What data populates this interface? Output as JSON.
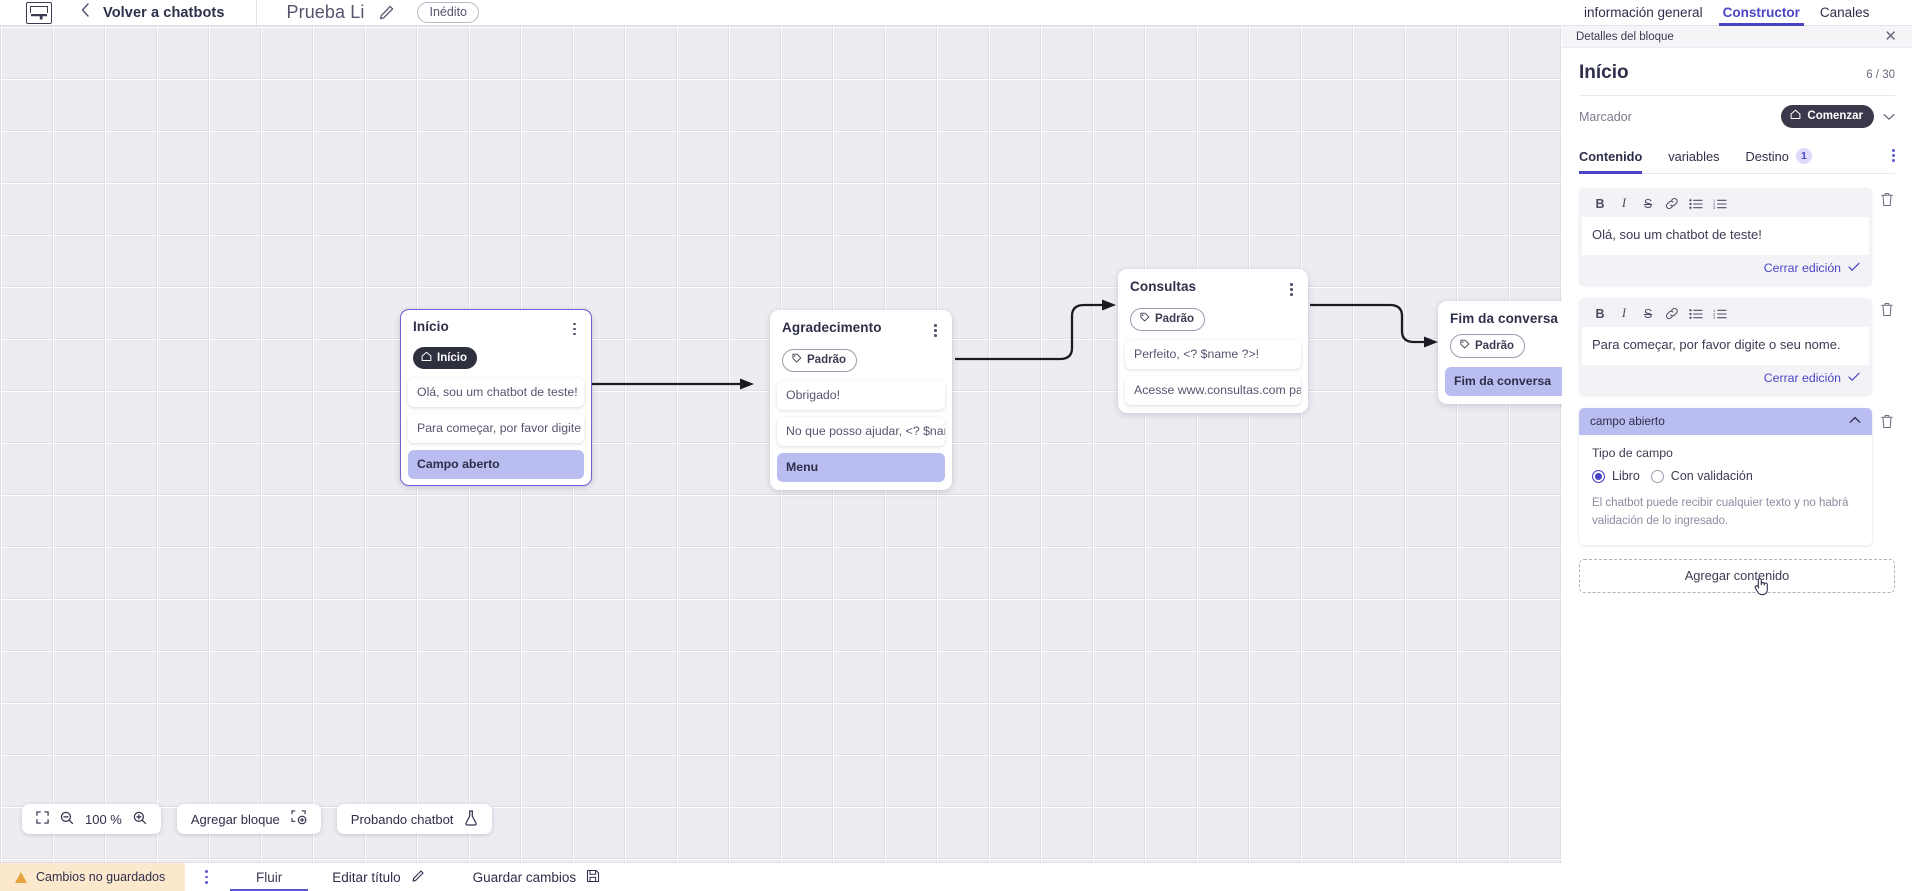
{
  "topbar": {
    "logo_icon": "brand-logo-icon",
    "back_chevron_icon": "chevron-left-icon",
    "back_label": "Volver a chatbots",
    "bot_title": "Prueba Li",
    "edit_icon": "pencil-icon",
    "status_pill": "Inédito"
  },
  "canvas": {
    "nodes": [
      {
        "id": "inicio",
        "title": "Início",
        "tag": "Início",
        "tag_type": "start",
        "tag_icon": "home-icon",
        "kebab_icon": "kebab-menu-icon",
        "messages": [
          {
            "text": "Olá, sou um chatbot de teste!",
            "highlight": false
          },
          {
            "text": "Para começar, por favor digite o ...",
            "highlight": false
          },
          {
            "text": "Campo aberto",
            "highlight": true
          }
        ]
      },
      {
        "id": "agradecimento",
        "title": "Agradecimento",
        "tag": "Padrão",
        "tag_type": "default",
        "tag_icon": "tag-icon",
        "kebab_icon": "kebab-menu-icon",
        "messages": [
          {
            "text": "Obrigado!",
            "highlight": false
          },
          {
            "text": "No que posso ajudar, <? $name ...",
            "highlight": false
          },
          {
            "text": "Menu",
            "highlight": true
          }
        ]
      },
      {
        "id": "consultas",
        "title": "Consultas",
        "tag": "Padrão",
        "tag_type": "default",
        "tag_icon": "tag-icon",
        "kebab_icon": "kebab-menu-icon",
        "messages": [
          {
            "text": "Perfeito, <? $name ?>!",
            "highlight": false
          },
          {
            "text": "Acesse www.consultas.com par...",
            "highlight": false
          }
        ]
      },
      {
        "id": "fim",
        "title": "Fim da conversa",
        "tag": "Padrão",
        "tag_type": "default",
        "tag_icon": "tag-icon",
        "kebab_icon": "kebab-menu-icon",
        "messages": [
          {
            "text": "Fim da conversa",
            "highlight": true
          }
        ]
      }
    ],
    "tools": {
      "fit_icon": "fit-screen-icon",
      "zoom_out_icon": "zoom-out-icon",
      "zoom_level": "100 %",
      "zoom_in_icon": "zoom-in-icon",
      "add_block_label": "Agregar bloque",
      "add_block_icon": "add-block-icon",
      "test_bot_label": "Probando chatbot",
      "test_bot_icon": "flask-icon"
    }
  },
  "bottombar": {
    "unsaved_label": "Cambios no guardados",
    "warning_icon": "warning-triangle-icon",
    "kebab_icon": "kebab-menu-icon",
    "tabs": [
      {
        "label": "Fluir",
        "active": true
      }
    ],
    "edit_title_label": "Editar título",
    "edit_title_icon": "pencil-icon",
    "save_label": "Guardar cambios",
    "save_icon": "save-disk-icon"
  },
  "panel": {
    "tabs": [
      {
        "label": "información general",
        "active": false
      },
      {
        "label": "Constructor",
        "active": true
      },
      {
        "label": "Canales",
        "active": false
      }
    ],
    "subheader": "Detalles del bloque",
    "close_icon": "close-icon",
    "block_title": "Início",
    "counter": "6 / 30",
    "marker_label": "Marcador",
    "marker_pill": "Comenzar",
    "marker_pill_icon": "home-icon",
    "marker_chevron_icon": "chevron-down-icon",
    "content_tabs": [
      {
        "label": "Contenido",
        "active": true,
        "badge": null
      },
      {
        "label": "variables",
        "active": false,
        "badge": null
      },
      {
        "label": "Destino",
        "active": false,
        "badge": "1"
      }
    ],
    "content_tabs_kebab_icon": "kebab-menu-icon",
    "editor_toolbar": [
      {
        "icon": "bold-icon",
        "glyph": "B"
      },
      {
        "icon": "italic-icon",
        "glyph": "I"
      },
      {
        "icon": "strikethrough-icon",
        "glyph": "S"
      },
      {
        "icon": "link-icon",
        "glyph": "🔗"
      },
      {
        "icon": "bullet-list-icon",
        "glyph": "≣"
      },
      {
        "icon": "numbered-list-icon",
        "glyph": "≔"
      }
    ],
    "blocks": [
      {
        "type": "text",
        "value": "Olá, sou um chatbot de teste!",
        "close_label": "Cerrar edición",
        "check_icon": "check-icon",
        "delete_icon": "trash-icon"
      },
      {
        "type": "text",
        "value": "Para começar, por favor digite o seu nome.",
        "close_label": "Cerrar edición",
        "check_icon": "check-icon",
        "delete_icon": "trash-icon"
      }
    ],
    "field_block": {
      "header": "campo abierto",
      "collapse_icon": "chevron-up-icon",
      "delete_icon": "trash-icon",
      "type_label": "Tipo de campo",
      "options": [
        {
          "label": "Libro",
          "selected": true
        },
        {
          "label": "Con validación",
          "selected": false
        }
      ],
      "hint": "El chatbot puede recibir cualquier texto y no habrá validación de lo ingresado."
    },
    "add_content_label": "Agregar contenido",
    "cursor_icon": "pointer-cursor-icon"
  },
  "colors": {
    "accent": "#4b45c6",
    "node_highlight": "#b9bdf0",
    "warning_bg": "#fce9cd",
    "canvas_bg": "#ececf1"
  }
}
